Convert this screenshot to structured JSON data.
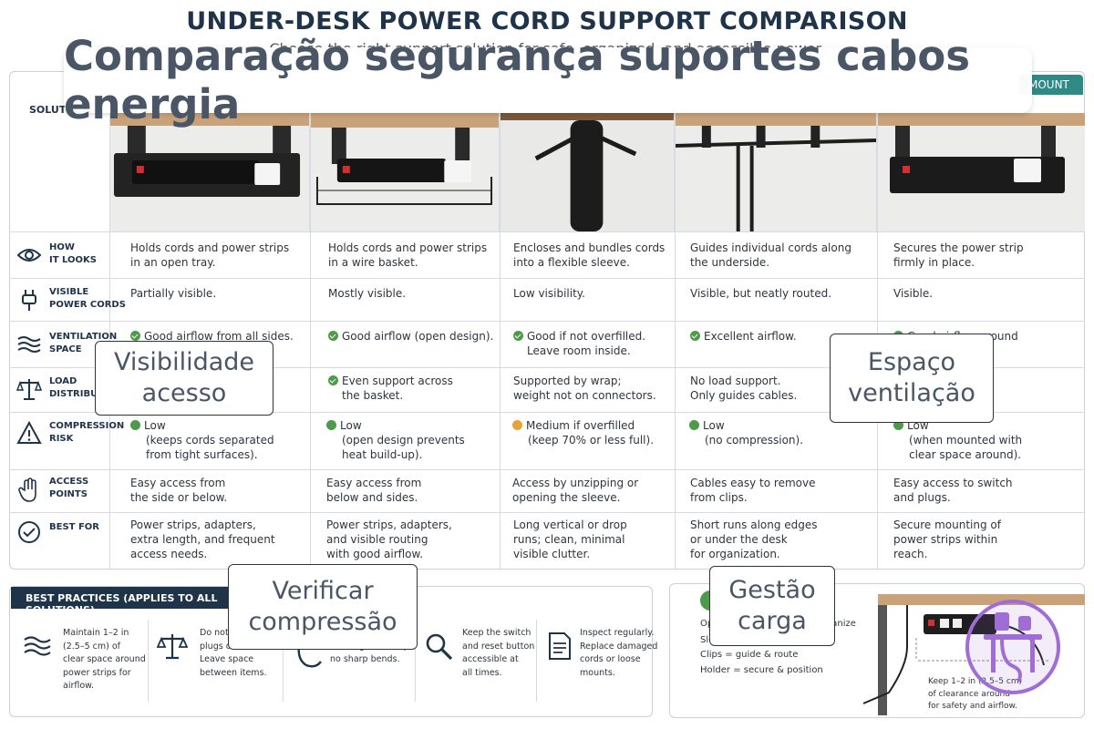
{
  "header": {
    "title": "UNDER-DESK POWER CORD SUPPORT COMPARISON",
    "subtitle": "Choose the right support solution for safe, organized, and accessible power."
  },
  "banner": {
    "text": "Comparação segurança suportes cabos energia"
  },
  "table": {
    "solution_header": "SOLUTION",
    "mount_tab": "MOUNT",
    "rows": [
      {
        "icon": "eye-icon",
        "label_lines": [
          "HOW",
          "IT LOOKS"
        ],
        "cells": [
          [
            "Holds cords and power strips",
            "in an open tray."
          ],
          [
            "Holds cords and power strips",
            "in a wire basket."
          ],
          [
            "Encloses and bundles cords",
            "into a flexible sleeve."
          ],
          [
            "Guides individual cords along",
            "the underside."
          ],
          [
            "Secures the power strip",
            "firmly in place."
          ]
        ]
      },
      {
        "icon": "plug-icon",
        "label_lines": [
          "VISIBLE",
          "POWER CORDS"
        ],
        "cells": [
          [
            "Partially visible."
          ],
          [
            "Mostly visible."
          ],
          [
            "Low visibility."
          ],
          [
            "Visible, but neatly routed."
          ],
          [
            "Visible."
          ]
        ]
      },
      {
        "icon": "airflow-icon",
        "label_lines": [
          "VENTILATION",
          "SPACE"
        ],
        "cells": [
          [
            "Good airflow from all sides."
          ],
          [
            "Good airflow (open design)."
          ],
          [
            "Good if not overfilled.",
            "Leave room inside."
          ],
          [
            "Excellent airflow."
          ],
          [
            "Good airflow around"
          ]
        ]
      },
      {
        "icon": "scale-icon",
        "label_lines": [
          "LOAD",
          "DISTRIBUTION"
        ],
        "cells": [
          [
            ""
          ],
          [
            "Even support across",
            "the basket."
          ],
          [
            "Supported by wrap;",
            "weight not on connectors."
          ],
          [
            "No load support.",
            "Only guides cables."
          ],
          [
            ""
          ]
        ]
      },
      {
        "icon": "warning-icon",
        "label_lines": [
          "COMPRESSION",
          "RISK"
        ],
        "cells": [
          [
            "Low",
            "(keeps cords separated",
            "from tight surfaces)."
          ],
          [
            "Low",
            "(open design prevents",
            "heat build-up)."
          ],
          [
            "Medium if overfilled",
            "(keep 70% or less full)."
          ],
          [
            "Low",
            "(no compression)."
          ],
          [
            "Low",
            "(when mounted with",
            "clear space around)."
          ]
        ]
      },
      {
        "icon": "hand-icon",
        "label_lines": [
          "ACCESS",
          "POINTS"
        ],
        "cells": [
          [
            "Easy access from",
            "the side or below."
          ],
          [
            "Easy access from",
            "below and sides."
          ],
          [
            "Access by unzipping or",
            "opening the sleeve."
          ],
          [
            "Cables easy to remove",
            "from clips."
          ],
          [
            "Easy access to switch",
            "and plugs."
          ]
        ]
      },
      {
        "icon": "checkmark-circle-icon",
        "label_lines": [
          "BEST FOR"
        ],
        "cells": [
          [
            "Power strips, adapters,",
            "extra length, and frequent",
            "access needs."
          ],
          [
            "Power strips, adapters,",
            "and visible routing",
            "with good airflow."
          ],
          [
            "Long vertical or drop",
            "runs; clean, minimal",
            "visible clutter."
          ],
          [
            "Short runs along edges",
            "or under the desk",
            "for organization."
          ],
          [
            "Secure mounting of",
            "power strips within",
            "reach."
          ]
        ]
      }
    ]
  },
  "callouts": {
    "visibility": "Visibilidade acesso",
    "ventilation": "Espaço ventilação",
    "compression": "Verificar compressão",
    "load": "Gestão carga"
  },
  "best_practices": {
    "header": "BEST PRACTICES (APPLIES TO ALL SOLUTIONS)",
    "items": [
      {
        "icon": "airflow-icon",
        "lines": [
          "Maintain 1–2 in",
          "(2.5–5 cm) of",
          "clear space around",
          "power strips for",
          "airflow."
        ]
      },
      {
        "icon": "scale-icon",
        "lines": [
          "Do not",
          "plugs or",
          "Leave space",
          "between items."
        ]
      },
      {
        "icon": "cord-icon",
        "lines": [
          "",
          "with a gentle drop,",
          "no sharp bends."
        ]
      },
      {
        "icon": "magnifier-icon",
        "lines": [
          "Keep the switch",
          "and reset button",
          "accessible at",
          "all times."
        ]
      },
      {
        "icon": "document-icon",
        "lines": [
          "Inspect regularly.",
          "Replace damaged",
          "cords or loose",
          "mounts."
        ]
      }
    ]
  },
  "legend": {
    "lines": [
      "Op",
      "Sle",
      "Clips  =  guide & route",
      "Holder  =  secure & position"
    ],
    "organize": "rganize",
    "note_lines": [
      "Keep 1–2 in (2.5–5 cm)",
      "of clearance around",
      "for safety and airflow."
    ]
  },
  "colors": {
    "navy": "#1f3349",
    "teal": "#2f8a86",
    "green": "#4d9a4a",
    "orange": "#e9a23b",
    "logo": "#a06cd5"
  }
}
